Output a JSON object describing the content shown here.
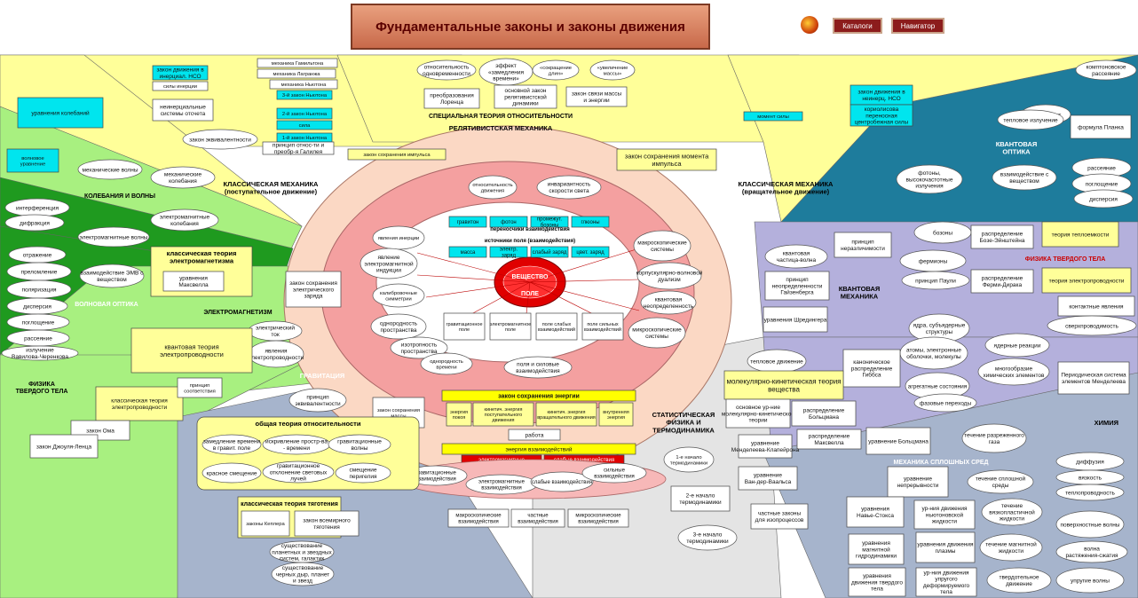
{
  "header": {
    "title": "Фундаментальные законы и законы движения",
    "catalog_button": "Каталоги",
    "navigator_button": "Навигатор"
  },
  "colors": {
    "title_red": "#c8694a",
    "nav_button": "#8c1c1c",
    "relativistic_yellow": "#ffff99",
    "dark_green": "#1f9a1f",
    "light_green": "#a8f080",
    "teal": "#1e7c9c",
    "lavender": "#b4b0dc",
    "blue_gray": "#a6b4cc",
    "center_pink": "#e37f7f",
    "core_red": "#e00000",
    "cyan_box": "#00e5ee"
  },
  "regions": [
    "СПЕЦИАЛЬНАЯ ТЕОРИЯ ОТНОСИТЕЛЬНОСТИ",
    "РЕЛЯТИВИСТСКАЯ МЕХАНИКА",
    "КЛАССИЧЕСКАЯ МЕХАНИКА (поступательное движение)",
    "КЛАССИЧЕСКАЯ МЕХАНИКА (вращательное движение)",
    "КОЛЕБАНИЯ И ВОЛНЫ",
    "ВОЛНОВАЯ ОПТИКА",
    "ЭЛЕКТРОМАГНЕТИЗМ",
    "ФИЗИКА ТВЕРДОГО ТЕЛА",
    "ГРАВИТАЦИЯ",
    "КВАНТОВАЯ ОПТИКА",
    "ФИЗИКА ТВЕРДОГО ТЕЛА",
    "КВАНТОВАЯ МЕХАНИКА",
    "СТАТИСТИЧЕСКАЯ ФИЗИКА И ТЕРМОДИНАМИКА",
    "ХИМИЯ",
    "МЕХАНИКА СПЛОШНЫХ СРЕД"
  ],
  "core": {
    "center": "ВЕЩЕСТВО",
    "field": "ПОЛЕ",
    "field_sources": "источники поля (взаимодействия)",
    "carriers_label": "переносчики взаимодействия",
    "carriers": [
      "гравитон",
      "фотон",
      "промежут. бозоны",
      "глюоны"
    ],
    "sources": [
      "масса",
      "электр. заряд",
      "слабый заряд",
      "цвет. заряд"
    ],
    "interactions": [
      "гравитационное поле",
      "электромагнитное поле",
      "поле слабых взаимодействий",
      "поле сильных взаимодействий"
    ]
  },
  "energy": {
    "conservation": "закон сохранения энергии",
    "rest": "энергия покоя",
    "kinetic_translational": "кинетич. энергия поступательного движения",
    "kinetic_rotational": "кинетич. энергия вращательного движения",
    "internal": "внутренняя энергия",
    "work": "работа",
    "interaction_energy": "энергия взаимодействий",
    "electromagnetic": "электромагнитные",
    "weak_interactions": "слабые взаимодействия",
    "gravitational": "гравитационные взаимодействия",
    "em_interactions": "электромагнитные взаимодействия",
    "weak": "слабые взаимодействия",
    "strong": "сильные взаимодействия",
    "macro": "макроскопические взаимодействия",
    "partial": "частные взаимодействия",
    "micro": "микроскопические взаимодействия"
  },
  "nodes": [
    "относительность одновременности",
    "эффект «замедления времени»",
    "«сокращение длин»",
    "«увеличение массы»",
    "преобразования Лоренца",
    "основной закон релятивистской динамики",
    "закон связи массы и энергии",
    "закон сохранения импульса",
    "закон сохранения момента импульса",
    "относительность движения",
    "инвариантность скорости света",
    "явления инерции",
    "явление электромагнитной индукции",
    "калибровочные симметрии",
    "однородность пространства",
    "изотропность пространства",
    "однородность времени",
    "поля и силовые взаимодействия",
    "макроскопические системы",
    "корпускулярно-волновой дуализм",
    "квантовая неопределенность",
    "микроскопические системы",
    "закон сохранения электрического заряда",
    "электрический ток",
    "явления электропроводности",
    "закон эквивалентности",
    "механические волны",
    "механические колебания",
    "электромагнитные колебания",
    "электромагнитные волны",
    "интерференция",
    "дифракция",
    "отражение",
    "преломление",
    "поляризация",
    "дисперсия",
    "поглощение",
    "рассеяние",
    "излучение Вавилова-Черенкова",
    "взаимодействие ЭМВ с веществом",
    "классическая теория электромагнетизма",
    "уравнения Максвелла",
    "квантовая теория электропроводности",
    "классическая теория электропроводности",
    "принцип соответствия",
    "закон Ома",
    "закон Джоуля-Ленца",
    "принцип эквивалентности",
    "закон сохранения массы",
    "общая теория относительности",
    "замедление времени в гравит. поле",
    "искривление простр-ва - времени",
    "гравитационные волны",
    "красное смещение",
    "гравитационное отклонение световых лучей",
    "смещение перигелия",
    "классическая теория тяготения",
    "законы Кеплера",
    "закон всемирного тяготения",
    "существование планетных и звездных систем, галактик",
    "существование черных дыр, планет и звезд",
    "механика Гамильтона",
    "механика Лагранжа",
    "механика Ньютона",
    "3-й закон Ньютона",
    "2-й закон Ньютона",
    "сила",
    "1-й закон Ньютона",
    "принцип относ-ти и преобр-я Галилея",
    "закон движения в инерциал. НСО",
    "силы инерции",
    "неинерциальные системы отсчета",
    "уравнения колебаний",
    "волновое уравнение",
    "момент силы",
    "закон движения в неинерц. НСО",
    "кориолисова переносная центробежная силы",
    "комптоновское рассеяние",
    "фотоэффект",
    "тепловое излучение",
    "формула Планка",
    "фотоны, высокочастотные излучения",
    "взаимодействие с веществом",
    "рассеяние",
    "поглощение",
    "дисперсия",
    "бозоны",
    "фермионы",
    "распределение Бозе-Эйнштейна",
    "теория теплоемкости",
    "распределение Ферми-Дирака",
    "теория электропроводности",
    "принцип Паули",
    "контактные явления",
    "сверхпроводимость",
    "квантовая частица-волна",
    "принцип неразличимости",
    "принцип неопределенности Гайзенберга",
    "уравнения Шредингера",
    "ядра, субъядерные структуры",
    "атомы, электронные оболочки, молекулы",
    "ядерные реакции",
    "многообразие химических элементов",
    "агрегатные состояния",
    "фазовые переходы",
    "Периодическая система элементов Менделеева",
    "тепловое движение",
    "каноническое распределение Гиббса",
    "молекулярно-кинетическая теория вещества",
    "основное ур-ние молекулярно-кинетической теории",
    "распределение Больцмана",
    "распределение Максвелла",
    "уравнение Больцмана",
    "уравнение Менделеева-Клапейрона",
    "уравнение Ван-дер-Ваальса",
    "частные законы для изопроцессов",
    "1-е начало термодинамики",
    "2-е начало термодинамики",
    "3-е начало термодинамики",
    "течение разреженного газа",
    "уравнение непрерывности",
    "течение сплошной среды",
    "диффузия",
    "вязкость",
    "теплопроводность",
    "уравнения Навье-Стокса",
    "ур-ния движения ньютоновской жидкости",
    "течение вязкопластичной жидкости",
    "поверхностные волны",
    "уравнения магнитной гидродинамики",
    "уравнения движения плазмы",
    "течение магнитной жидкости",
    "волна растяжения-сжатия",
    "уравнения движения твердого тела",
    "ур-ния движения упругого деформируемого тела",
    "твердотельное движение",
    "упругие волны"
  ]
}
